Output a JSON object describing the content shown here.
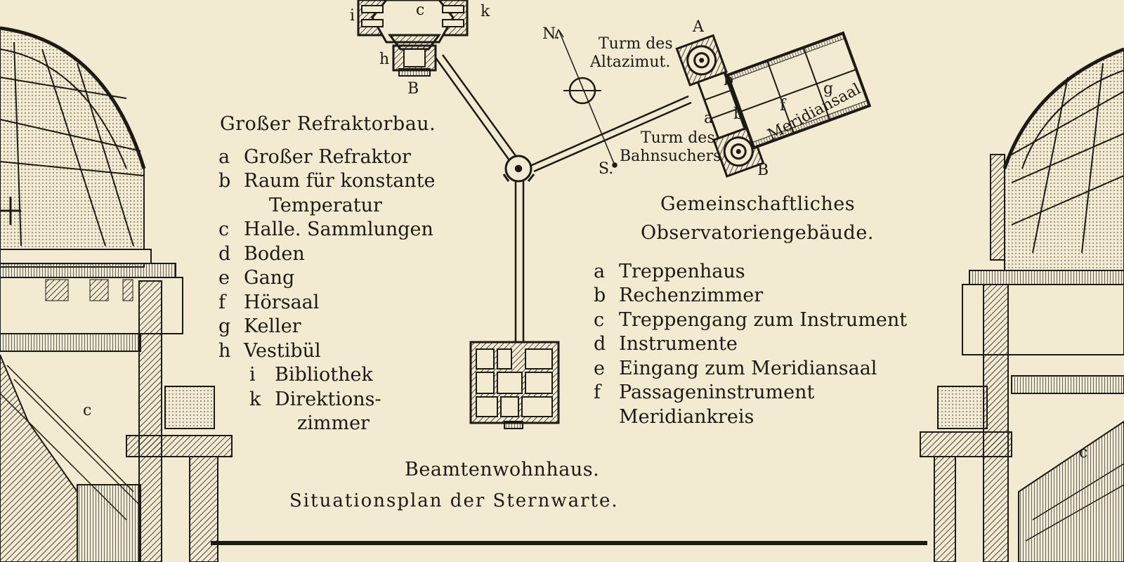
{
  "refraktor": {
    "title": "Großer Refraktorbau.",
    "items": [
      {
        "key": "a",
        "label": "Großer Refraktor"
      },
      {
        "key": "b",
        "label": "Raum für konstante"
      },
      {
        "key": "",
        "label": "Temperatur"
      },
      {
        "key": "c",
        "label": "Halle. Sammlungen"
      },
      {
        "key": "d",
        "label": "Boden"
      },
      {
        "key": "e",
        "label": "Gang"
      },
      {
        "key": "f",
        "label": "Hörsaal"
      },
      {
        "key": "g",
        "label": "Keller"
      },
      {
        "key": "h",
        "label": "Vestibül"
      },
      {
        "key": "i",
        "label": "Bibliothek"
      },
      {
        "key": "k",
        "label": "Direktions-"
      },
      {
        "key": "",
        "label": "zimmer"
      }
    ]
  },
  "observatorien": {
    "title_line1": "Gemeinschaftliches",
    "title_line2": "Observatoriengebäude.",
    "items": [
      {
        "key": "a",
        "label": "Treppenhaus"
      },
      {
        "key": "b",
        "label": "Rechenzimmer"
      },
      {
        "key": "c",
        "label": "Treppengang zum Instrument"
      },
      {
        "key": "d",
        "label": "Instrumente"
      },
      {
        "key": "e",
        "label": "Eingang zum Meridiansaal"
      },
      {
        "key": "f",
        "label": "Passageninstrument"
      },
      {
        "key": "",
        "label": "Meridiankreis"
      }
    ]
  },
  "map_labels": {
    "north": "N.",
    "south": "S.",
    "turm_altazimut_1": "Turm des",
    "turm_altazimut_2": "Altazimut.",
    "turm_bahnsucher_1": "Turm des",
    "turm_bahnsucher_2": "Bahnsuchers",
    "meridiansaal": "Meridiansaal",
    "letter_A": "A",
    "letter_B_obs": "B",
    "letter_a_obs": "a",
    "letter_b_obs1": "b",
    "letter_b_obs2": "b",
    "letter_f_obs": "f",
    "letter_g_obs": "g",
    "letter_i": "i",
    "letter_c": "c",
    "letter_k": "k",
    "letter_h": "h",
    "letter_B_ref": "B",
    "side_c_left": "c",
    "side_c_right": "c"
  },
  "captions": {
    "beamten": "Beamtenwohnhaus.",
    "situationsplan": "Situationsplan der Sternwarte."
  },
  "colors": {
    "paper": "#f3ead2",
    "ink": "#1d1a16"
  }
}
